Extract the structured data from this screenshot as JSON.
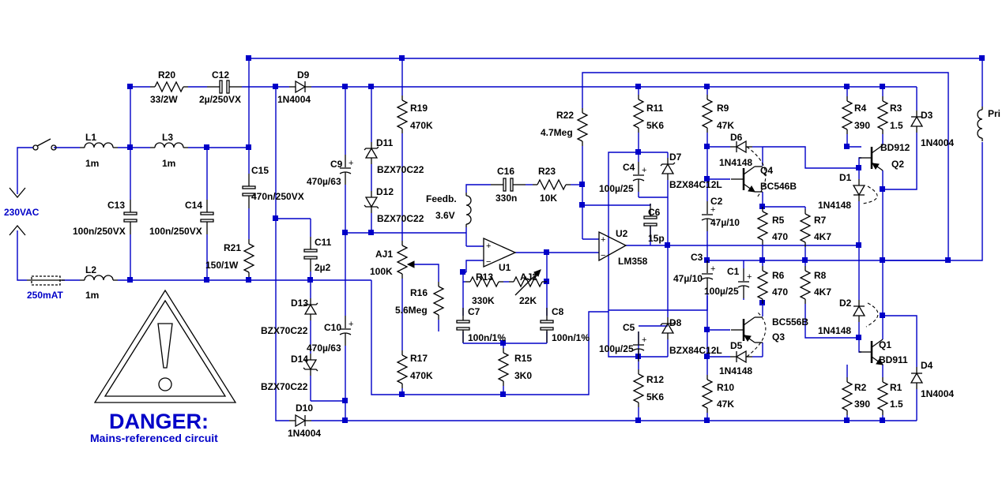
{
  "components": {
    "R20": {
      "ref": "R20",
      "value": "33/2W"
    },
    "C12": {
      "ref": "C12",
      "value": "2µ/250VX"
    },
    "D9": {
      "ref": "D9",
      "value": "1N4004"
    },
    "L1": {
      "ref": "L1",
      "value": "1m"
    },
    "L3": {
      "ref": "L3",
      "value": "1m"
    },
    "L2": {
      "ref": "L2",
      "value": "1m"
    },
    "C13": {
      "ref": "C13",
      "value": "100n/250VX"
    },
    "C14": {
      "ref": "C14",
      "value": "100n/250VX"
    },
    "C15": {
      "ref": "C15",
      "value": "470n/250VX"
    },
    "R21": {
      "ref": "R21",
      "value": "150/1W"
    },
    "fuse": {
      "value": "250mAT"
    },
    "source": {
      "value": "230VAC"
    },
    "C9": {
      "ref": "C9",
      "value": "470µ/63"
    },
    "C10": {
      "ref": "C10",
      "value": "470µ/63"
    },
    "C11": {
      "ref": "C11",
      "value": "2µ2"
    },
    "D11": {
      "ref": "D11",
      "value": "BZX70C22"
    },
    "D12": {
      "ref": "D12",
      "value": "BZX70C22"
    },
    "D13": {
      "ref": "D13",
      "value": "BZX70C22"
    },
    "D14": {
      "ref": "D14",
      "value": "BZX70C22"
    },
    "D10": {
      "ref": "D10",
      "value": "1N4004"
    },
    "R19": {
      "ref": "R19",
      "value": "470K"
    },
    "R17": {
      "ref": "R17",
      "value": "470K"
    },
    "AJ1": {
      "ref": "AJ1",
      "value": "100K"
    },
    "R16": {
      "ref": "R16",
      "value": "5.6Meg"
    },
    "feedback": {
      "label": "Feedb.",
      "value": "3.6V"
    },
    "C16": {
      "ref": "C16",
      "value": "330n"
    },
    "R23": {
      "ref": "R23",
      "value": "10K"
    },
    "U1": {
      "ref": "U1"
    },
    "R13": {
      "ref": "R13",
      "value": "330K"
    },
    "AJ2": {
      "ref": "AJ2",
      "value": "22K"
    },
    "C7": {
      "ref": "C7",
      "value": "100n/1%"
    },
    "C8": {
      "ref": "C8",
      "value": "100n/1%"
    },
    "R15": {
      "ref": "R15",
      "value": "3K0"
    },
    "R22": {
      "ref": "R22",
      "value": "4.7Meg"
    },
    "U2": {
      "ref": "U2",
      "value": "LM358"
    },
    "R11": {
      "ref": "R11",
      "value": "5K6"
    },
    "R12": {
      "ref": "R12",
      "value": "5K6"
    },
    "C4": {
      "ref": "C4",
      "value": "100µ/25"
    },
    "C5": {
      "ref": "C5",
      "value": "100µ/25"
    },
    "D7": {
      "ref": "D7",
      "value": "BZX84C12L"
    },
    "D8": {
      "ref": "D8",
      "value": "BZX84C12L"
    },
    "C6": {
      "ref": "C6",
      "value": "15p"
    },
    "R9": {
      "ref": "R9",
      "value": "47K"
    },
    "R10": {
      "ref": "R10",
      "value": "47K"
    },
    "C2": {
      "ref": "C2",
      "value": "47µ/10"
    },
    "C3": {
      "ref": "C3",
      "value": "47µ/10"
    },
    "C1": {
      "ref": "C1",
      "value": "100µ/25"
    },
    "D6": {
      "ref": "D6",
      "value": "1N4148"
    },
    "D5": {
      "ref": "D5",
      "value": "1N4148"
    },
    "Q4": {
      "ref": "Q4",
      "value": "BC546B"
    },
    "Q3": {
      "ref": "Q3",
      "value": "BC556B"
    },
    "R5": {
      "ref": "R5",
      "value": "470"
    },
    "R6": {
      "ref": "R6",
      "value": "470"
    },
    "R7": {
      "ref": "R7",
      "value": "4K7"
    },
    "R8": {
      "ref": "R8",
      "value": "4K7"
    },
    "R4": {
      "ref": "R4",
      "value": "390"
    },
    "R2": {
      "ref": "R2",
      "value": "390"
    },
    "R3": {
      "ref": "R3",
      "value": "1.5"
    },
    "R1": {
      "ref": "R1",
      "value": "1.5"
    },
    "D1": {
      "ref": "D1",
      "value": "1N4148"
    },
    "D2": {
      "ref": "D2",
      "value": "1N4148"
    },
    "Q2": {
      "ref": "Q2",
      "value": "BD912"
    },
    "Q1": {
      "ref": "Q1",
      "value": "BD911"
    },
    "D3": {
      "ref": "D3",
      "value": "1N4004"
    },
    "D4": {
      "ref": "D4",
      "value": "1N4004"
    },
    "Pri": {
      "ref": "Pri"
    }
  },
  "warning": {
    "title": "DANGER:",
    "subtitle": "Mains-referenced circuit"
  },
  "colors": {
    "wire": "#0000c8",
    "component": "#000000",
    "text_blue": "#0000c8",
    "background": "#ffffff"
  }
}
